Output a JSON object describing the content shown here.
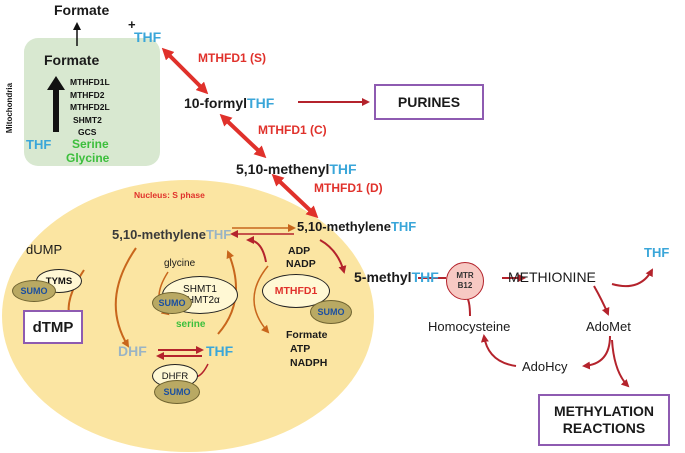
{
  "colors": {
    "thf_blue": "#3aa6d9",
    "enzyme_red": "#e0312b",
    "arrow_red": "#b4232c",
    "arrow_orange": "#c8661c",
    "nucleus_fill": "#fbe5a2",
    "mito_fill": "#d8e8d0",
    "box_border": "#8e5bb1",
    "sumo_fill": "#b9a963"
  },
  "labels": {
    "formate_top": "Formate",
    "plus": "+",
    "thf": "THF",
    "formate_mito": "Formate",
    "mito_enzymes": [
      "MTHFD1L",
      "MTHFD2",
      "MTHFD2L",
      "SHMT2",
      "GCS"
    ],
    "mitochondria": "Mitochondria",
    "serine": "Serine",
    "glycine": "Glycine",
    "mthfd1_s": "MTHFD1 (S)",
    "mthfd1_c": "MTHFD1 (C)",
    "mthfd1_d": "MTHFD1 (D)",
    "formyl_prefix": "10-formyl",
    "methenyl_prefix": "5,10-methenyl",
    "methylene_prefix": "5,10-methylene",
    "methylene_right_prefix": "5,10-methylene",
    "methyl_prefix": "5-methyl",
    "purines": "PURINES",
    "nucleus": "Nucleus: S phase",
    "dump": "dUMP",
    "tyms": "TYMS",
    "sumo": "SUMO",
    "dtmp": "dTMP",
    "glycine_small": "glycine",
    "shmt1": "SHMT1",
    "shmt2a": "SHMT2α",
    "serine_small": "serine",
    "mthfd1": "MTHFD1",
    "adp": "ADP",
    "nadp": "NADP",
    "formate_small": "Formate",
    "atp": "ATP",
    "nadph": "NADPH",
    "dhf": "DHF",
    "dhfr": "DHFR",
    "mtr": "MTR",
    "b12": "B12",
    "methionine": "METHIONINE",
    "homocysteine": "Homocysteine",
    "adomet": "AdoMet",
    "adohcy": "AdoHcy",
    "methylation_line1": "METHYLATION",
    "methylation_line2": "REACTIONS"
  }
}
